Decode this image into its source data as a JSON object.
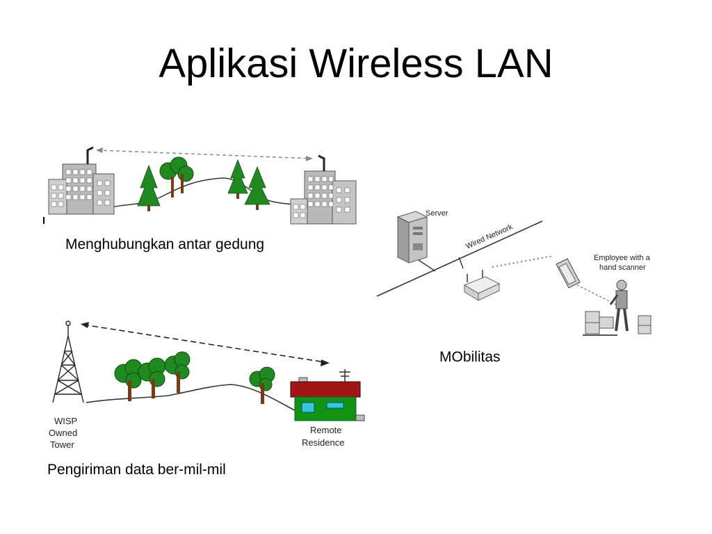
{
  "slide": {
    "title": "Aplikasi Wireless LAN"
  },
  "panels": {
    "buildings": {
      "caption": "Menghubungkan antar gedung"
    },
    "mobility": {
      "caption": "MObilitas",
      "server_label": "Server",
      "network_label": "Wired Network",
      "employee_label_line1": "Employee with a",
      "employee_label_line2": "hand scanner"
    },
    "long_range": {
      "caption": "Pengiriman data ber-mil-mil",
      "tower_label_line1": "WISP",
      "tower_label_line2": "Owned",
      "tower_label_line3": "Tower",
      "residence_label_line1": "Remote",
      "residence_label_line2": "Residence"
    }
  },
  "colors": {
    "tree_green": "#1f8a1f",
    "trunk_brown": "#7a3b12",
    "building_gray": "#b9b9b9",
    "house_green": "#129412",
    "roof_red": "#a01515",
    "window_cyan": "#33c6e0"
  }
}
